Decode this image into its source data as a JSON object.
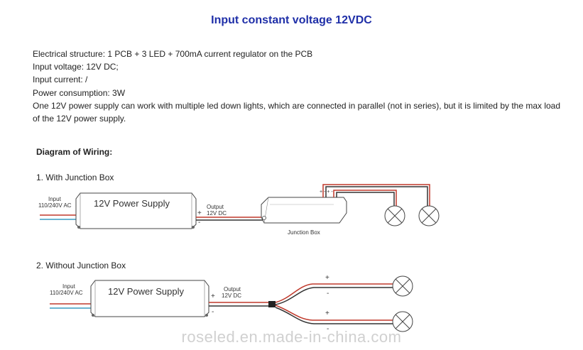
{
  "title": "Input constant voltage 12VDC",
  "specs": [
    "Electrical structure: 1 PCB + 3 LED + 700mA current regulator on the PCB",
    "Input voltage: 12V DC;",
    "Input current: /",
    "Power consumption: 3W",
    "One 12V power supply can work with multiple led down lights, which are connected in parallel (not in series), but it is limited by the max load",
    "of the 12V power supply."
  ],
  "diagram_heading": "Diagram of Wiring:",
  "diagram1": {
    "heading": "1.  With Junction Box",
    "input_label_1": "Input",
    "input_label_2": "110/240V AC",
    "supply_label": "12V Power Supply",
    "output_label_1": "Output",
    "output_label_2": "12V DC",
    "plus": "+",
    "minus": "-",
    "junction_label": "Junction Box",
    "terminal_label": "+ - + -"
  },
  "diagram2": {
    "heading": "2.  Without Junction Box",
    "input_label_1": "Input",
    "input_label_2": "110/240V AC",
    "supply_label": "12V Power Supply",
    "output_label_1": "Output",
    "output_label_2": "12V DC",
    "plus": "+",
    "minus": "-",
    "lamp1_plus": "+",
    "lamp1_minus": "-",
    "lamp2_plus": "+",
    "lamp2_minus": "-"
  },
  "watermark": "roseled.en.made-in-china.com",
  "colors": {
    "title": "#1f2fa8",
    "wire_red": "#c0392b",
    "wire_blue": "#3a9bc0",
    "wire_dark": "#333333"
  }
}
